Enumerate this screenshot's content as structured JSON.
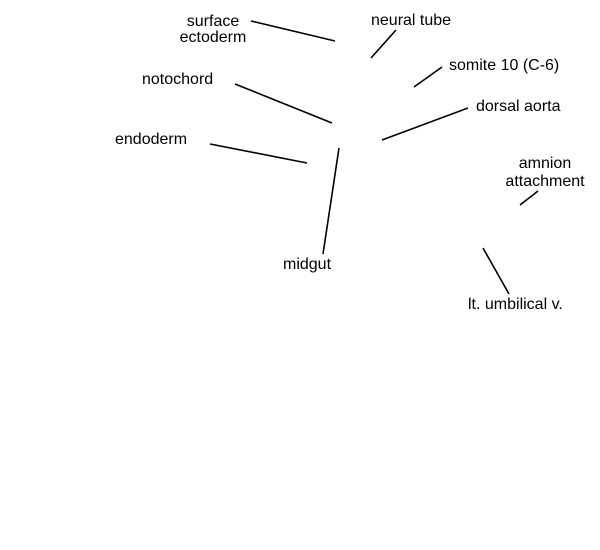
{
  "labels": {
    "surface_ectoderm": [
      "surface",
      "ectoderm"
    ],
    "neural_tube": "neural tube",
    "somite": "somite 10 (C-6)",
    "notochord": "notochord",
    "dorsal_aorta": "dorsal aorta",
    "endoderm": "endoderm",
    "amnion_attachment": [
      "amnion",
      "attachment"
    ],
    "midgut": "midgut",
    "umbilical_vein": "lt. umbilical v."
  },
  "colors": {
    "text": "#000000",
    "line": "#000000",
    "background": "#ffffff"
  }
}
